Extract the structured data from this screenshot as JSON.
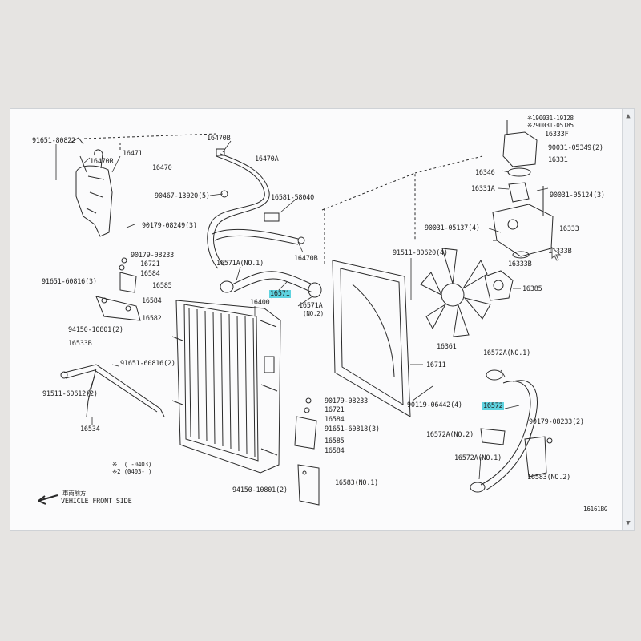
{
  "parts": {
    "p91651_80822": "91651-80822",
    "p16471": "16471",
    "p16470R": "16470R",
    "p16470": "16470",
    "p16470B": "16470B",
    "p16470A": "16470A",
    "p90467": "90467-13020(5)",
    "p16581": "16581-58040",
    "p90179_a": "90179-08249(3)",
    "p90179_b": "90179-08233",
    "p16721_a": "16721",
    "p16584_a": "16584",
    "p91651_60816": "91651-60816(3)",
    "p16585_a": "16585",
    "p16584_b": "16584",
    "p16582": "16582",
    "p94150_a": "94150-10801(2)",
    "p16571A_1": "16571A(NO.1)",
    "p16571": "16571",
    "p16470B_b": "16470B",
    "p16571A_2": "16571A",
    "no2": "(NO.2)",
    "p16400": "16400",
    "p16533B": "16533B",
    "p91651_60816_2": "91651-60816(2)",
    "p91511": "91511-60612(2)",
    "p16534": "16534",
    "p90179_c": "90179-08233",
    "p16721_b": "16721",
    "p16584_c": "16584",
    "p91651_60818": "91651-60818(3)",
    "p16585_b": "16585",
    "p16584_d": "16584",
    "p94150_b": "94150-10801(2)",
    "p16583_1": "16583(NO.1)",
    "p91511_80620": "91511-80620(4)",
    "p16361": "16361",
    "p16711": "16711",
    "p90119": "90119-06442(4)",
    "p16385": "16385",
    "p90031_19128": "90031-19128",
    "p90031_05185": "90031-05185",
    "p16333F": "16333F",
    "p90031_05349": "90031-05349(2)",
    "p16331": "16331",
    "p16346": "16346",
    "p16331A": "16331A",
    "p90031_05124": "90031-05124(3)",
    "p90031_05137": "90031-05137(4)",
    "p16333": "16333",
    "p16333B": "16333B",
    "p16333B_b": "16333B",
    "p16572A_1": "16572A(NO.1)",
    "p16572": "16572",
    "p90179_d": "90179-08233(2)",
    "p16572A_2": "16572A(NO.2)",
    "p16572A_1b": "16572A(NO.1)",
    "p16583_2": "16583(NO.2)",
    "ref1": "※1 (    -0403)",
    "ref2": "※2 (0403-    )",
    "ref_m1": "※1",
    "ref_m2": "※2",
    "front_jp": "車両前方",
    "front_en": "VEHICLE FRONT SIDE",
    "figcode": "16161BG"
  },
  "colors": {
    "line": "#2a2a2a",
    "highlight": "#5fd3e0",
    "bg": "#fbfbfc"
  },
  "icons": {
    "arrow": "left-arrow-icon",
    "cursor": "mouse-cursor-icon"
  }
}
